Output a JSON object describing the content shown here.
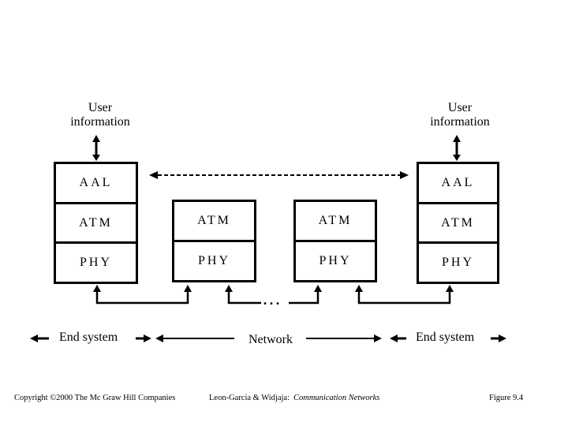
{
  "labels": {
    "user_information_left": "User information",
    "user_information_right": "User information",
    "ellipsis": "...",
    "end_system_left": "End system",
    "network": "Network",
    "end_system_right": "End system"
  },
  "stacks": {
    "left_end_system": {
      "layers": [
        "AAL",
        "ATM",
        "PHY"
      ]
    },
    "network_switch_1": {
      "layers": [
        "ATM",
        "PHY"
      ]
    },
    "network_switch_2": {
      "layers": [
        "ATM",
        "PHY"
      ]
    },
    "right_end_system": {
      "layers": [
        "AAL",
        "ATM",
        "PHY"
      ]
    }
  },
  "footer": {
    "copyright": "Copyright ©2000 The Mc Graw Hill Companies",
    "authors": "Leon-Garcia & Widjaja:",
    "book_title": "Communication Networks",
    "figure_label": "Figure 9.4"
  },
  "colors": {
    "line": "#000000",
    "background": "#ffffff"
  }
}
